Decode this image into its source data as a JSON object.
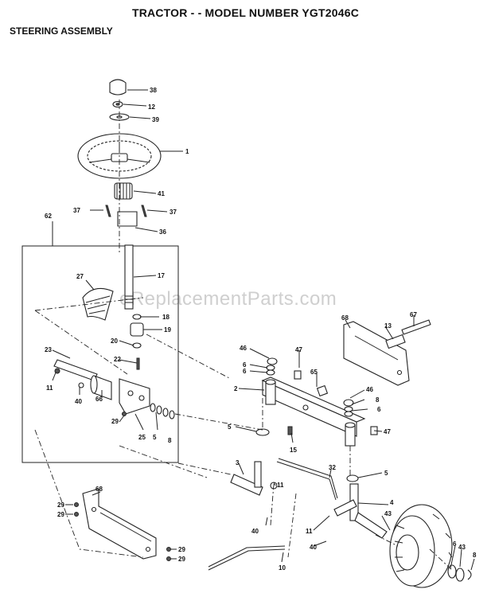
{
  "header": {
    "title": "TRACTOR - - MODEL NUMBER YGT2046C",
    "section": "STEERING ASSEMBLY"
  },
  "watermark": "eReplacementParts.com",
  "callouts": [
    {
      "id": "c38",
      "label": "38"
    },
    {
      "id": "c12",
      "label": "12"
    },
    {
      "id": "c39",
      "label": "39"
    },
    {
      "id": "c1",
      "label": "1"
    },
    {
      "id": "c41",
      "label": "41"
    },
    {
      "id": "c37a",
      "label": "37"
    },
    {
      "id": "c37b",
      "label": "37"
    },
    {
      "id": "c36",
      "label": "36"
    },
    {
      "id": "c62",
      "label": "62"
    },
    {
      "id": "c17",
      "label": "17"
    },
    {
      "id": "c27",
      "label": "27"
    },
    {
      "id": "c18",
      "label": "18"
    },
    {
      "id": "c19",
      "label": "19"
    },
    {
      "id": "c20",
      "label": "20"
    },
    {
      "id": "c22",
      "label": "22"
    },
    {
      "id": "c23",
      "label": "23"
    },
    {
      "id": "c11a",
      "label": "11"
    },
    {
      "id": "c40a",
      "label": "40"
    },
    {
      "id": "c66",
      "label": "66"
    },
    {
      "id": "c29a",
      "label": "29"
    },
    {
      "id": "c25",
      "label": "25"
    },
    {
      "id": "c5a",
      "label": "5"
    },
    {
      "id": "c8a",
      "label": "8"
    },
    {
      "id": "c68a",
      "label": "68"
    },
    {
      "id": "c13",
      "label": "13"
    },
    {
      "id": "c67",
      "label": "67"
    },
    {
      "id": "c46a",
      "label": "46"
    },
    {
      "id": "c6a",
      "label": "6"
    },
    {
      "id": "c6b",
      "label": "6"
    },
    {
      "id": "c47a",
      "label": "47"
    },
    {
      "id": "c65",
      "label": "65"
    },
    {
      "id": "c2",
      "label": "2"
    },
    {
      "id": "c46b",
      "label": "46"
    },
    {
      "id": "c8b",
      "label": "8"
    },
    {
      "id": "c6c",
      "label": "6"
    },
    {
      "id": "c47b",
      "label": "47"
    },
    {
      "id": "c5b",
      "label": "5"
    },
    {
      "id": "c15",
      "label": "15"
    },
    {
      "id": "c3",
      "label": "3"
    },
    {
      "id": "c32",
      "label": "32"
    },
    {
      "id": "c5c",
      "label": "5"
    },
    {
      "id": "c11b",
      "label": "11"
    },
    {
      "id": "c4",
      "label": "4"
    },
    {
      "id": "c40b",
      "label": "40"
    },
    {
      "id": "c11c",
      "label": "11"
    },
    {
      "id": "c43a",
      "label": "43"
    },
    {
      "id": "c40c",
      "label": "40"
    },
    {
      "id": "c68b",
      "label": "68"
    },
    {
      "id": "c29b",
      "label": "29"
    },
    {
      "id": "c29c",
      "label": "29"
    },
    {
      "id": "c29d",
      "label": "29"
    },
    {
      "id": "c29e",
      "label": "29"
    },
    {
      "id": "c10",
      "label": "10"
    },
    {
      "id": "c6d",
      "label": "6"
    },
    {
      "id": "c43b",
      "label": "43"
    },
    {
      "id": "c8c",
      "label": "8"
    }
  ]
}
